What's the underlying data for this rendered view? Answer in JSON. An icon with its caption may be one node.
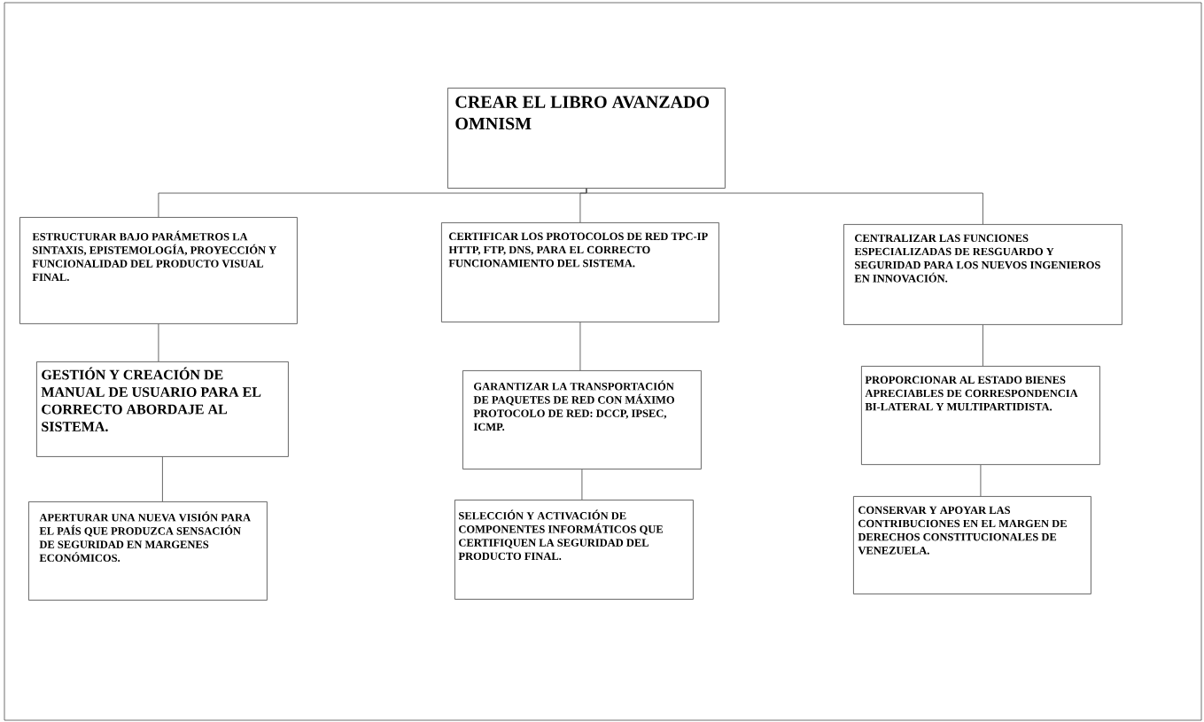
{
  "diagram": {
    "nodes": [
      {
        "text": [
          "CREAR EL LIBRO AVANZADO OMNISM"
        ]
      },
      {
        "text": [
          "ESTRUCTURAR BAJO PARÁMETROS LA SINTAXIS, EPISTEMOLOGÍA, PROYECCIÓN Y FUNCIONALIDAD DEL PRODUCTO VISUAL FINAL."
        ]
      },
      {
        "text": [
          "CERTIFICAR LOS PROTOCOLOS DE RED TPC-IP HTTP, FTP, DNS,  PARA EL CORRECTO FUNCIONAMIENTO DEL SISTEMA."
        ]
      },
      {
        "text": [
          "CENTRALIZAR LAS FUNCIONES ESPECIALIZADAS DE RESGUARDO Y SEGURIDAD PARA LOS NUEVOS INGENIEROS EN INNOVACIÓN."
        ]
      },
      {
        "text": [
          "GESTIÓN Y CREACIÓN DE MANUAL DE USUARIO PARA EL CORRECTO ABORDAJE AL SISTEMA."
        ]
      },
      {
        "text": [
          "GARANTIZAR LA TRANSPORTACIÓN DE PAQUETES DE RED CON MÁXIMO PROTOCOLO DE RED: DCCP, IPSEC, ICMP."
        ]
      },
      {
        "text": [
          "PROPORCIONAR AL ESTADO BIENES APRECIABLES DE CORRESPONDENCIA BI-LATERAL Y MULTIPARTIDISTA."
        ]
      },
      {
        "text": [
          "APERTURAR UNA NUEVA VISIÓN PARA EL PAÍS QUE PRODUZCA SENSACIÓN DE SEGURIDAD EN MARGENES ECONÓMICOS."
        ]
      },
      {
        "text": [
          "SELECCIÓN Y ACTIVACIÓN DE COMPONENTES INFORMÁTICOS QUE CERTIFIQUEN LA SEGURIDAD DEL PRODUCTO FINAL."
        ]
      },
      {
        "text": [
          "CONSERVAR Y APOYAR LAS CONTRIBUCIONES EN EL MARGEN DE DERECHOS CONSTITUCIONALES DE VENEZUELA."
        ]
      }
    ],
    "edges": [
      {
        "from": 0,
        "to": 1,
        "arrow": "none"
      },
      {
        "from": 0,
        "to": 2,
        "arrow": "none"
      },
      {
        "from": 0,
        "to": 3,
        "arrow": "none"
      },
      {
        "from": 1,
        "to": 4,
        "arrow": "none"
      },
      {
        "from": 2,
        "to": 5,
        "arrow": "none"
      },
      {
        "from": 3,
        "to": 6,
        "arrow": "none"
      },
      {
        "from": 4,
        "to": 7,
        "arrow": "none"
      },
      {
        "from": 5,
        "to": 8,
        "arrow": "none"
      },
      {
        "from": 6,
        "to": 9,
        "arrow": "none"
      }
    ]
  }
}
